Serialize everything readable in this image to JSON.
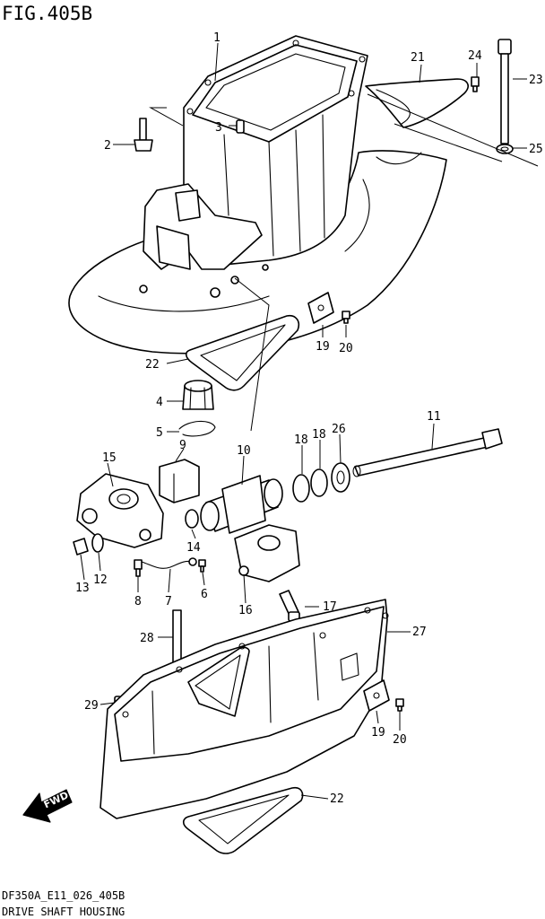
{
  "figure": {
    "title": "FIG.405B",
    "model_code": "DF350A_E11_026_405B",
    "caption": "DRIVE SHAFT HOUSING",
    "fwd_label": "FWD"
  },
  "callouts": {
    "c1": "1",
    "c2": "2",
    "c3": "3",
    "c4": "4",
    "c5": "5",
    "c6": "6",
    "c7": "7",
    "c8": "8",
    "c9": "9",
    "c10": "10",
    "c11": "11",
    "c12": "12",
    "c13": "13",
    "c14": "14",
    "c15": "15",
    "c16": "16",
    "c17": "17",
    "c18a": "18",
    "c18b": "18",
    "c19a": "19",
    "c19b": "19",
    "c20a": "20",
    "c20b": "20",
    "c21": "21",
    "c22a": "22",
    "c22b": "22",
    "c23": "23",
    "c24": "24",
    "c25": "25",
    "c26": "26",
    "c27": "27",
    "c28": "28",
    "c29": "29"
  }
}
